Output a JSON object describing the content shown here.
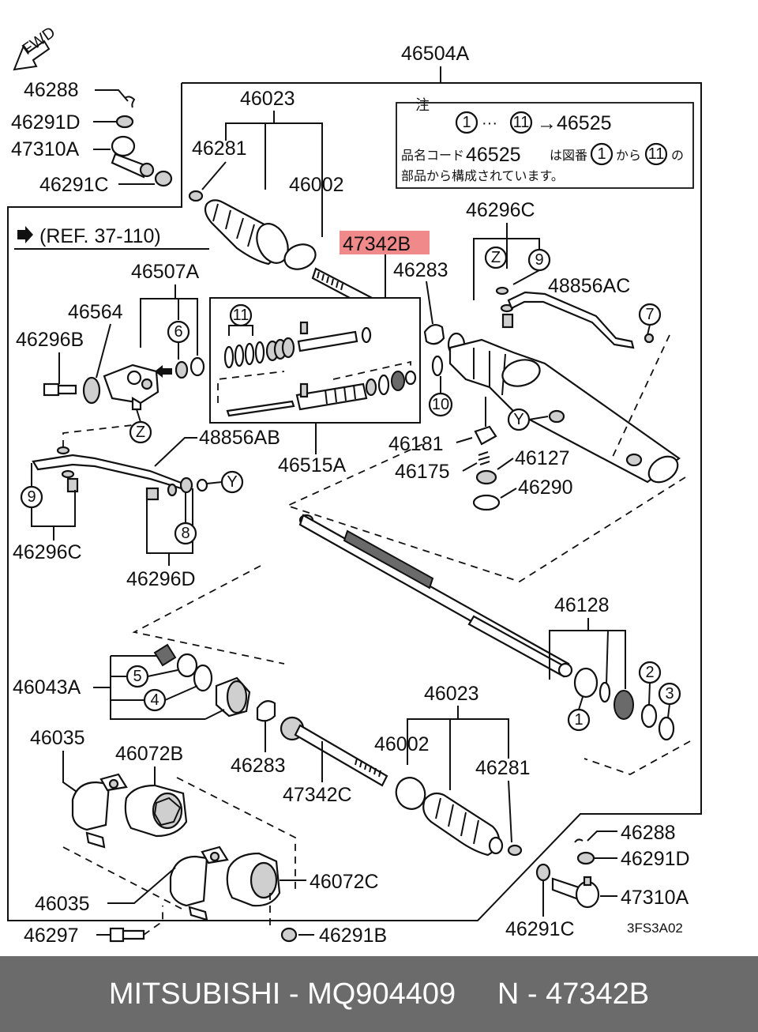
{
  "fwd": "FWD",
  "ref": "(REF. 37-110)",
  "note": {
    "marker": "注",
    "range_start": "1",
    "range_dots": "···",
    "range_end": "11",
    "range_target": "→46525",
    "line2_prefix": "品名コード",
    "line2_code": "46525",
    "line2_mid": "は図番",
    "line2_from_num": "1",
    "line2_kara": "から",
    "line2_to_num": "11",
    "line2_no": "の",
    "line3": "部品から構成されています。"
  },
  "labels": {
    "l46504A": "46504A",
    "l46288_a": "46288",
    "l46291D_a": "46291D",
    "l47310A_a": "47310A",
    "l46291C_a": "46291C",
    "l46023_a": "46023",
    "l46281_a": "46281",
    "l46002_a": "46002",
    "l47342B": "47342B",
    "l46283_a": "46283",
    "l46296C_a": "46296C",
    "l48856AC": "48856AC",
    "l46507A": "46507A",
    "l46564": "46564",
    "l46296B": "46296B",
    "l46515A": "46515A",
    "l48856AB": "48856AB",
    "l46181": "46181",
    "l46175": "46175",
    "l46127": "46127",
    "l46290": "46290",
    "l46296C_b": "46296C",
    "l46296D": "46296D",
    "l46128": "46128",
    "l46043A": "46043A",
    "l46023_b": "46023",
    "l46002_b": "46002",
    "l46281_b": "46281",
    "l46035_a": "46035",
    "l46072B": "46072B",
    "l46283_b": "46283",
    "l47342C": "47342C",
    "l46288_b": "46288",
    "l46291D_b": "46291D",
    "l47310A_b": "47310A",
    "l46072C": "46072C",
    "l46035_b": "46035",
    "l46297": "46297",
    "l46291B": "46291B",
    "l46291C_b": "46291C",
    "code": "3FS3A02"
  },
  "callouts": {
    "c11_kit": "11",
    "c6": "6",
    "cZ_left": "Z",
    "c9_left": "9",
    "c8": "8",
    "cY_left": "Y",
    "cZ_right": "Z",
    "c9_right": "9",
    "c7": "7",
    "c10": "10",
    "cY_right": "Y",
    "c5": "5",
    "c4": "4",
    "c1": "1",
    "c2": "2",
    "c3": "3"
  },
  "highlight_color": "#f08a8a",
  "footer": {
    "brand": "MITSUBISHI",
    "sep1": " - ",
    "part_number": "MQ904409",
    "gap": "     ",
    "n_label": "N",
    "sep2": " - ",
    "ref_number": "47342B"
  }
}
